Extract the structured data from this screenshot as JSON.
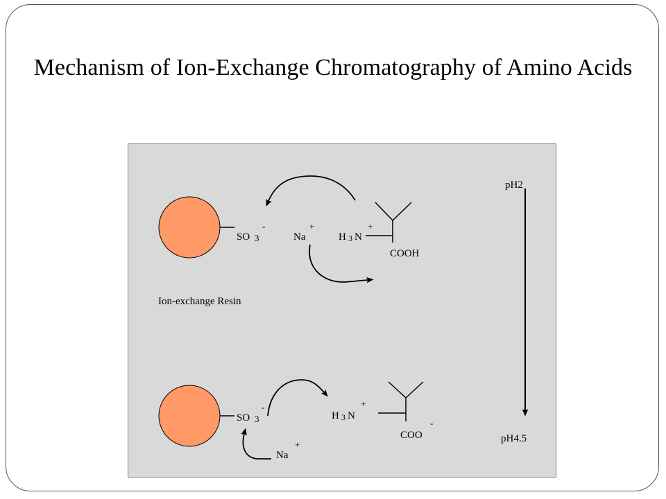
{
  "slide": {
    "title": "Mechanism of Ion-Exchange Chromatography of Amino Acids"
  },
  "diagram": {
    "resin_label": "Ion-exchange Resin",
    "ph_top": "pH2",
    "ph_bottom": "pH4.5",
    "top": {
      "so3": "SO",
      "so3_sub": "3",
      "so3_charge": "-",
      "na": "Na",
      "na_charge": "+",
      "amine_h": "H",
      "amine_sub": "3",
      "amine_n": "N",
      "amine_charge": "+",
      "carboxyl": "COOH"
    },
    "bottom": {
      "so3": "SO",
      "so3_sub": "3",
      "so3_charge": "-",
      "amine_h": "H",
      "amine_sub": "3",
      "amine_n": "N",
      "amine_charge": "+",
      "carboxylate": "COO",
      "carboxylate_charge": "-",
      "na": "Na",
      "na_charge": "+"
    },
    "colors": {
      "resin_bead": "#ff9966",
      "panel": "#d9d9d9",
      "ink": "#000000"
    }
  }
}
